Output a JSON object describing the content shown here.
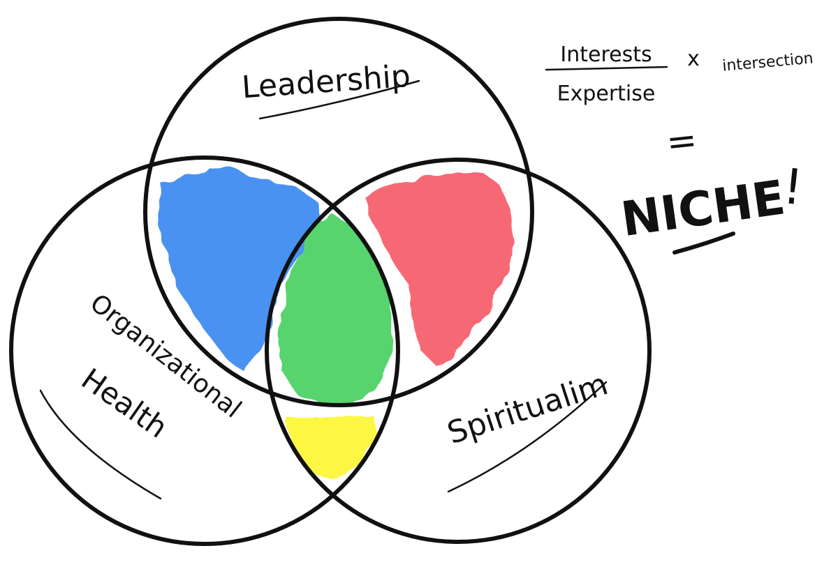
{
  "diagram": {
    "type": "venn",
    "sets": [
      {
        "name": "Leadership"
      },
      {
        "name": "Organizational Health"
      },
      {
        "name": "Spiritualim"
      }
    ],
    "labels": {
      "top": "Leadership",
      "left_line1": "Organizational",
      "left_line2": "Health",
      "right": "Spiritualim"
    },
    "fills": {
      "leadership_and_org_health": "#3f8cf0",
      "all_three": "#4fd265",
      "leadership_and_spiritualim": "#f5616e",
      "org_health_and_spiritualim": "#fdf53a"
    }
  },
  "formula": {
    "numerator": "Interests",
    "denominator": "Expertise",
    "operator": "x",
    "term": "intersection",
    "equals": "=",
    "result": "NICHE",
    "exclamation": "!"
  },
  "colors": {
    "ink": "#111111",
    "background": "#ffffff"
  }
}
